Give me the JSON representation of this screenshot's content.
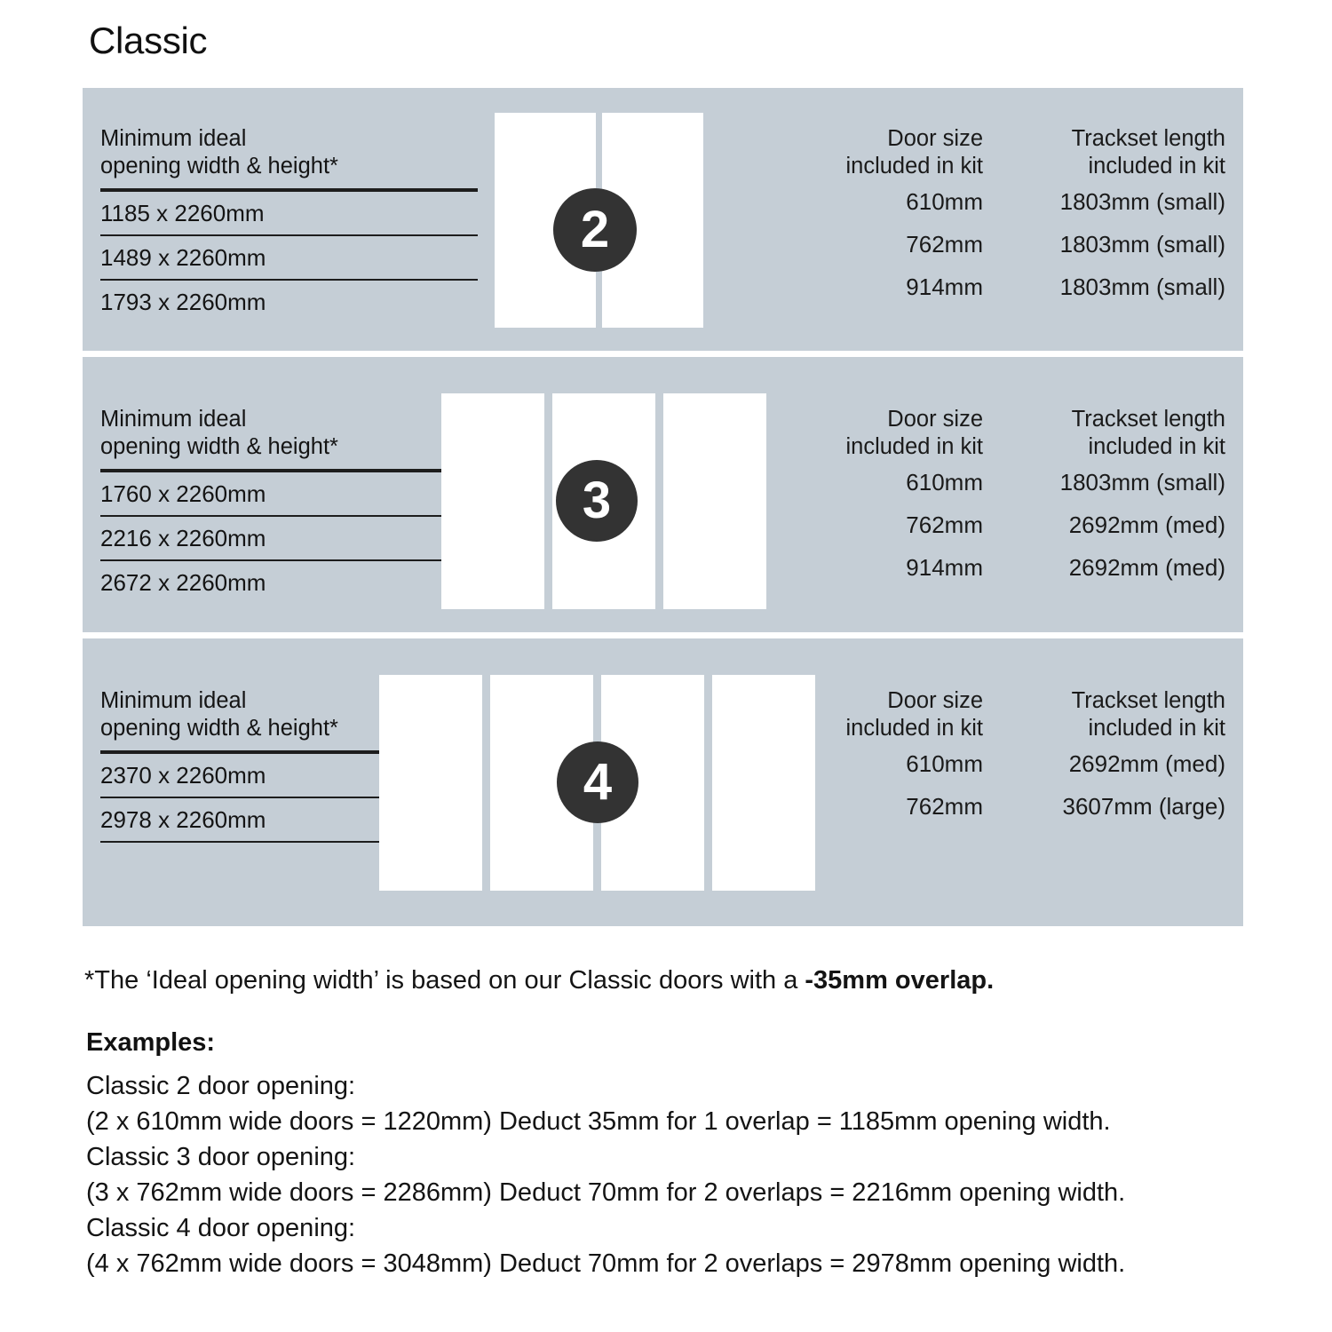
{
  "title": "Classic",
  "theme": {
    "panel_bg": "#c5ced6",
    "page_bg": "#ffffff",
    "door_fill": "#ffffff",
    "badge_bg": "#333333",
    "badge_text": "#ffffff",
    "rule": "#1d1d1d",
    "text": "#141414"
  },
  "sections": [
    {
      "badge": "2",
      "door_count": 2,
      "left": {
        "header": "Minimum ideal\nopening width & height*",
        "rows": [
          "1185 x 2260mm",
          "1489 x 2260mm",
          "1793 x 2260mm"
        ],
        "closing_rule": false
      },
      "door_size": {
        "header": "Door size\nincluded in kit",
        "rows": [
          "610mm",
          "762mm",
          "914mm"
        ]
      },
      "trackset": {
        "header": "Trackset length\nincluded in kit",
        "rows": [
          "1803mm (small)",
          "1803mm (small)",
          "1803mm (small)"
        ]
      }
    },
    {
      "badge": "3",
      "door_count": 3,
      "left": {
        "header": "Minimum ideal\nopening width & height*",
        "rows": [
          "1760 x 2260mm",
          "2216 x 2260mm",
          "2672 x 2260mm"
        ],
        "closing_rule": false
      },
      "door_size": {
        "header": "Door size\nincluded in kit",
        "rows": [
          "610mm",
          "762mm",
          "914mm"
        ]
      },
      "trackset": {
        "header": "Trackset length\nincluded in kit",
        "rows": [
          "1803mm (small)",
          "2692mm (med)",
          "2692mm (med)"
        ]
      }
    },
    {
      "badge": "4",
      "door_count": 4,
      "left": {
        "header": "Minimum ideal\nopening width & height*",
        "rows": [
          "2370 x 2260mm",
          "2978 x 2260mm"
        ],
        "closing_rule": true
      },
      "door_size": {
        "header": "Door size\nincluded in kit",
        "rows": [
          "610mm",
          "762mm"
        ]
      },
      "trackset": {
        "header": "Trackset length\nincluded in kit",
        "rows": [
          "2692mm (med)",
          "3607mm (large)"
        ]
      }
    }
  ],
  "footnote": {
    "prefix": "*The ‘Ideal opening width’ is based on our Classic doors with a ",
    "emphasis": "-35mm overlap."
  },
  "examples": {
    "heading": "Examples:",
    "lines": [
      "Classic 2 door opening:",
      "(2 x 610mm wide doors = 1220mm)  Deduct 35mm for 1 overlap = 1185mm opening width.",
      "Classic 3 door opening:",
      "(3 x 762mm wide doors = 2286mm)  Deduct 70mm for 2 overlaps = 2216mm opening width.",
      "Classic 4 door opening:",
      "(4 x 762mm wide doors = 3048mm)  Deduct 70mm for 2 overlaps = 2978mm opening width."
    ]
  }
}
